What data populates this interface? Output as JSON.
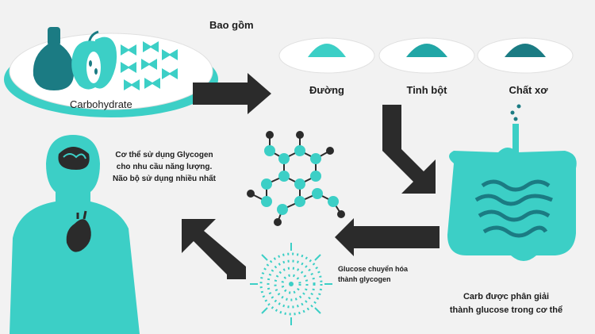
{
  "header": {
    "includes": "Bao gồm"
  },
  "plate": {
    "label": "Carbohydrate"
  },
  "types": [
    "Đường",
    "Tinh bột",
    "Chất xơ"
  ],
  "brain_note": {
    "line1": "Cơ thể sử dụng Glycogen",
    "line2": "cho nhu cầu năng lượng.",
    "line3": "Não bộ sử dụng nhiều nhất"
  },
  "conversion": {
    "line1": "Glucose chuyển hóa",
    "line2": "thành glycogen"
  },
  "breakdown": {
    "line1": "Carb được phân giải",
    "line2": "thành glucose trong cơ thể"
  },
  "colors": {
    "teal": "#3ccfc6",
    "dark_teal": "#1b7b83",
    "arrow": "#2b2b2b",
    "background": "#f2f2f2"
  }
}
